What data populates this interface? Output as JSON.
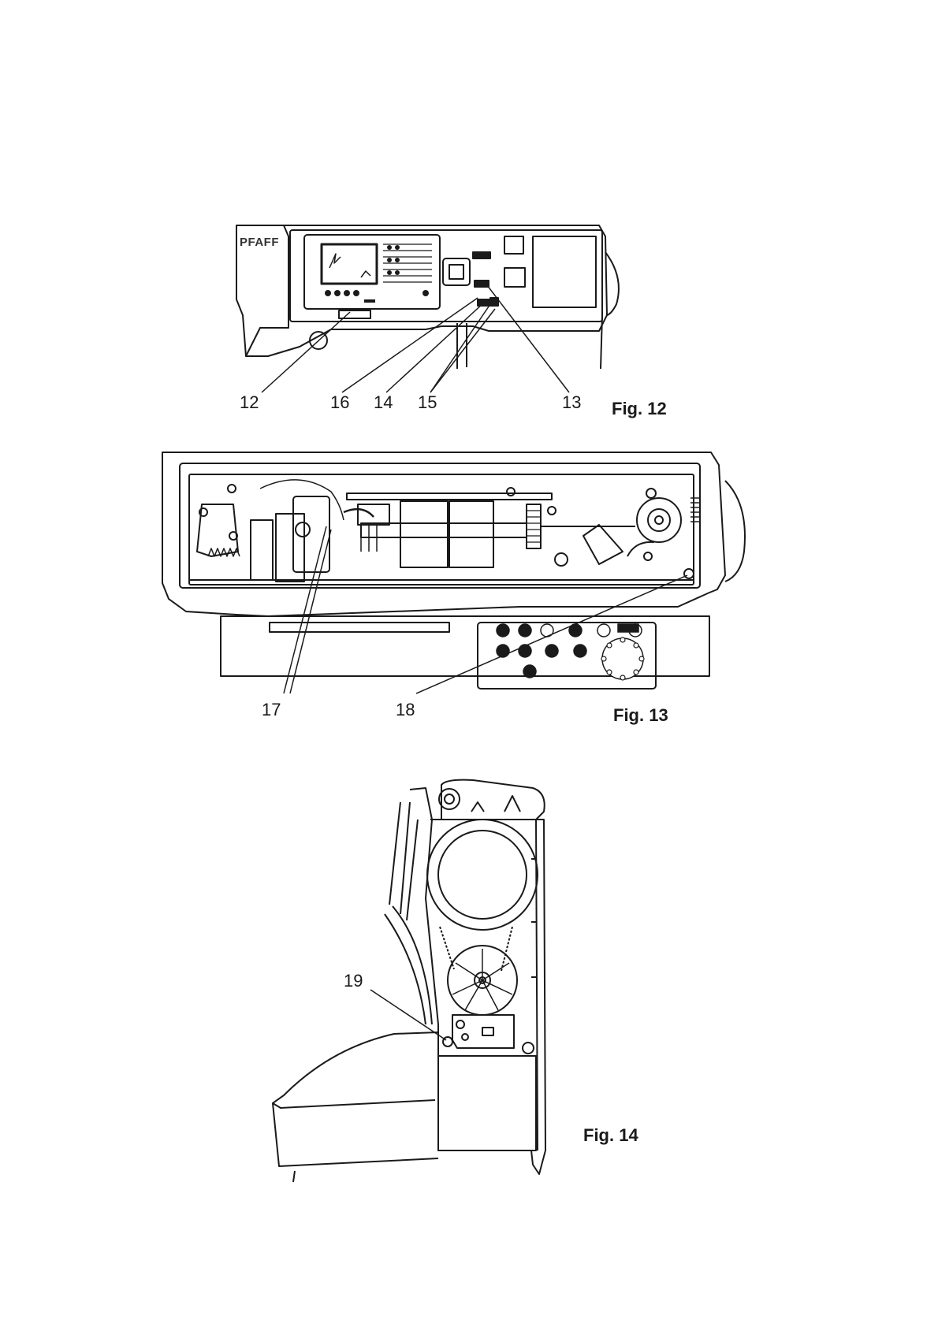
{
  "figures": [
    {
      "caption": "Fig. 12",
      "brand": "PFAFF",
      "callouts": [
        "12",
        "16",
        "14",
        "15",
        "13"
      ]
    },
    {
      "caption": "Fig. 13",
      "callouts": [
        "17",
        "18"
      ]
    },
    {
      "caption": "Fig. 14",
      "callouts": [
        "19"
      ]
    }
  ],
  "colors": {
    "ink": "#1a1a1a",
    "paper": "#ffffff"
  }
}
